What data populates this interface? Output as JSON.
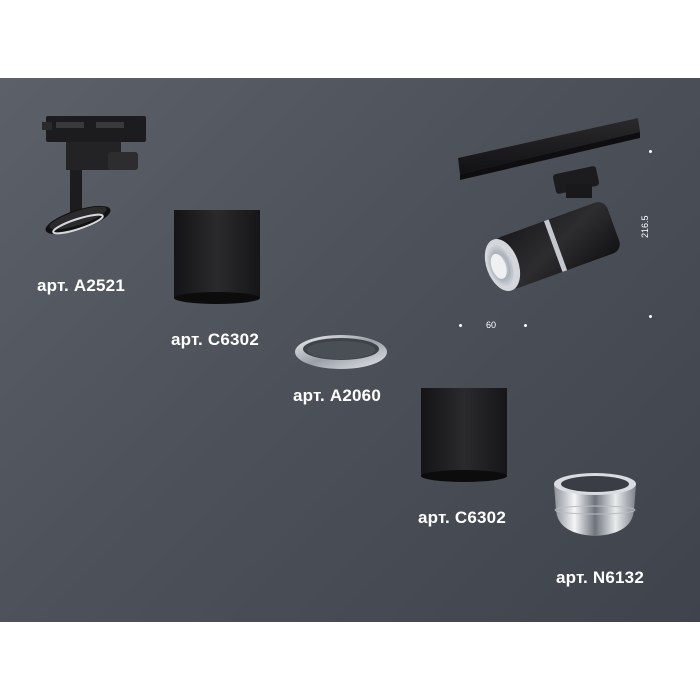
{
  "products": [
    {
      "article": "арт. A2521",
      "item": "track adapter with mount"
    },
    {
      "article": "арт. C6302",
      "item": "black cylinder housing"
    },
    {
      "article": "арт. A2060",
      "item": "chrome ring"
    },
    {
      "article": "арт. C6302",
      "item": "black cylinder housing"
    },
    {
      "article": "арт. N6132",
      "item": "chrome reflector ring"
    }
  ],
  "dimensions": {
    "width": "60",
    "height": "216.5"
  },
  "colors": {
    "background": "#4d5159",
    "text": "#ffffff",
    "black_part": "#1c1c1e",
    "chrome": "#c8ccd2"
  }
}
